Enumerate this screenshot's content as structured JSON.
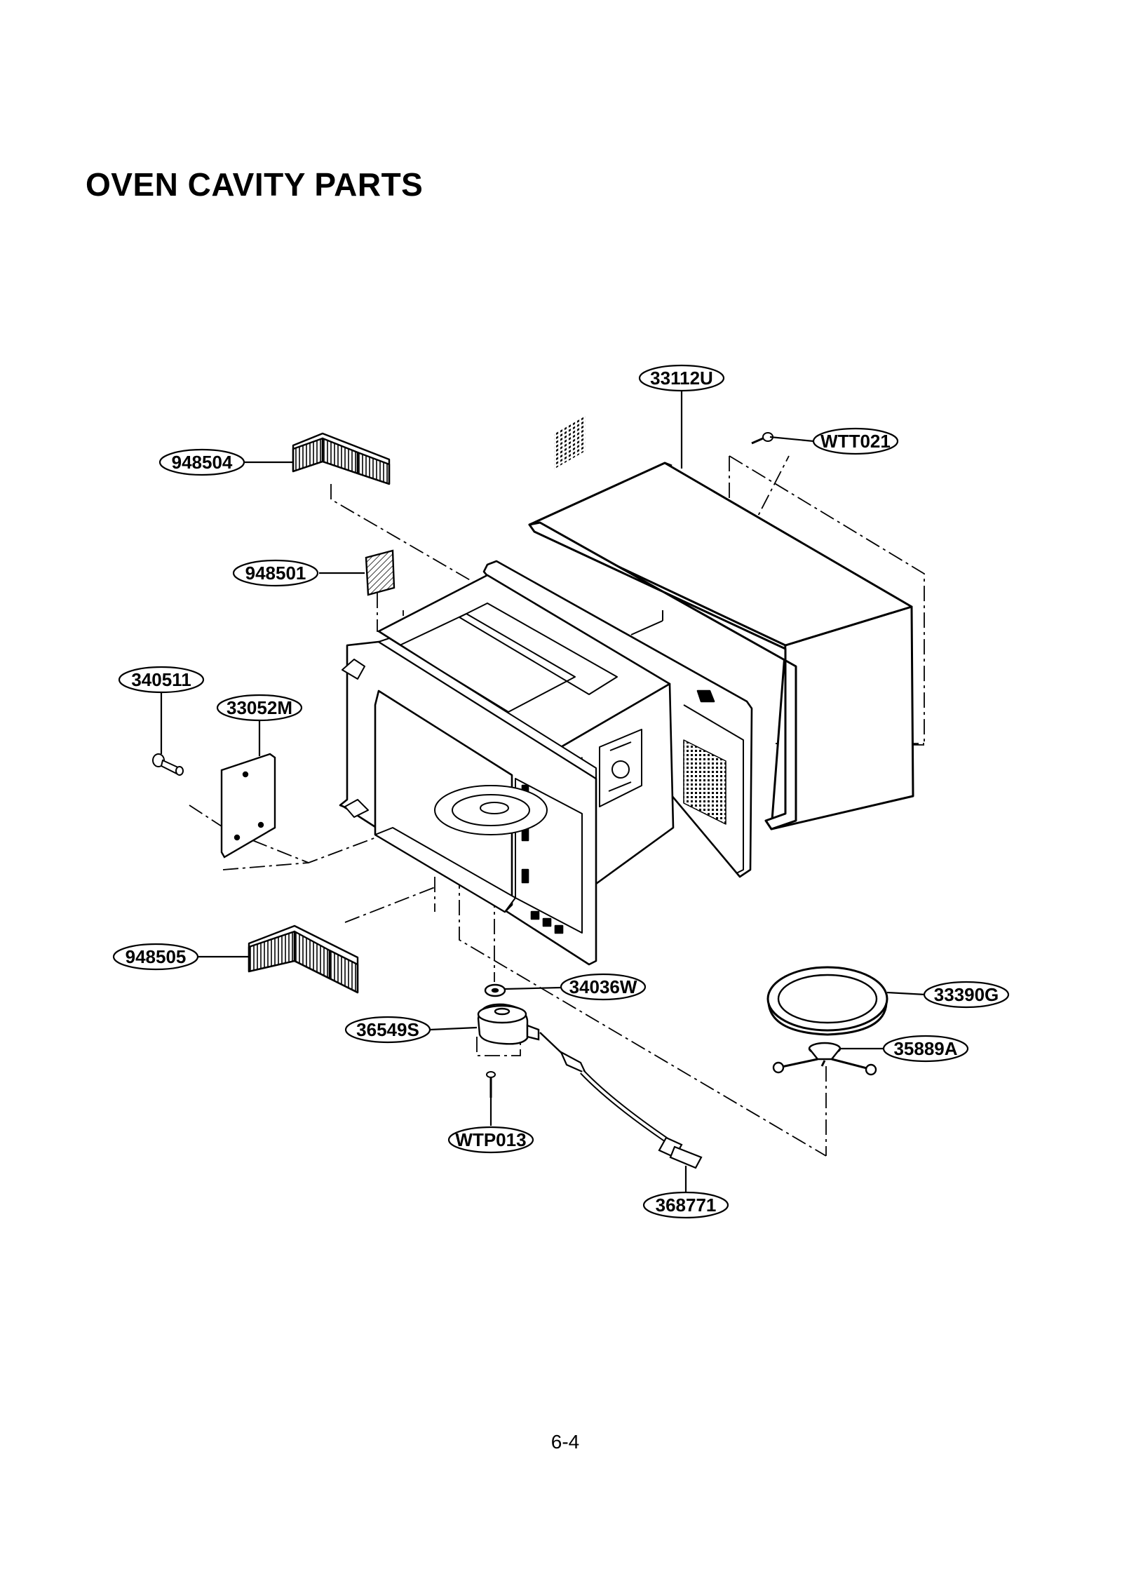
{
  "page": {
    "title": "OVEN CAVITY PARTS",
    "page_number": "6-4"
  },
  "labels": {
    "part_33112U": "33112U",
    "part_WTT021": "WTT021",
    "part_948504": "948504",
    "part_948501": "948501",
    "part_340511": "340511",
    "part_33052M": "33052M",
    "part_948505": "948505",
    "part_34036W": "34036W",
    "part_36549S": "36549S",
    "part_33390G": "33390G",
    "part_35889A": "35889A",
    "part_WTP013": "WTP013",
    "part_368771": "368771"
  }
}
